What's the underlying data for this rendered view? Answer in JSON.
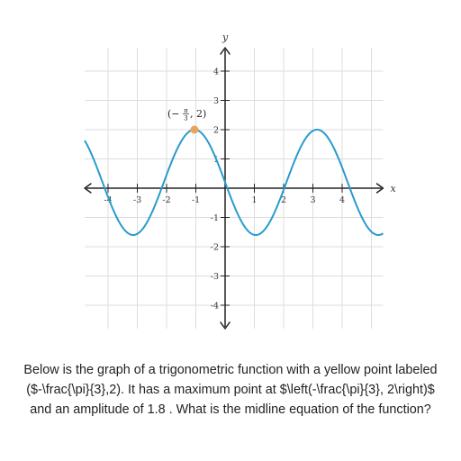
{
  "chart_data": {
    "type": "line",
    "xlabel": "x",
    "ylabel": "y",
    "xlim": [
      -4.8,
      5.4
    ],
    "ylim": [
      -4.8,
      4.8
    ],
    "grid": true,
    "x_ticks": [
      {
        "value": -4,
        "label": "-4"
      },
      {
        "value": -3,
        "label": "-3"
      },
      {
        "value": -2,
        "label": "-2"
      },
      {
        "value": -1,
        "label": "-1"
      },
      {
        "value": 1,
        "label": "1"
      },
      {
        "value": 2,
        "label": "2"
      },
      {
        "value": 3,
        "label": "3"
      },
      {
        "value": 4,
        "label": "4"
      }
    ],
    "y_ticks": [
      {
        "value": 4,
        "label": "4"
      },
      {
        "value": 3,
        "label": "3"
      },
      {
        "value": 2,
        "label": "2"
      },
      {
        "value": 1,
        "label": "1"
      },
      {
        "value": -1,
        "label": "-1"
      },
      {
        "value": -2,
        "label": "-2"
      },
      {
        "value": -3,
        "label": "-3"
      },
      {
        "value": -4,
        "label": "-4"
      }
    ],
    "curve": {
      "color": "#2a9bcc",
      "amplitude": 1.8,
      "midline": 0.2,
      "period": 4.189,
      "max_x": -1.047,
      "x_start": -4.8,
      "x_end": 5.4
    },
    "point": {
      "x": -1.047,
      "y": 2,
      "color": "#e8a55a",
      "label_prefix": "(−",
      "label_frac_top": "π",
      "label_frac_bottom": "3",
      "label_suffix": ", 2)"
    },
    "colors": {
      "axis": "#222222",
      "grid": "#dddddd"
    }
  },
  "question": {
    "text": "Below is the graph of a trigonometric function with a yellow point labeled ($-\\frac{\\pi}{3},2). It has a maximum point at $\\left(-\\frac{\\pi}{3}, 2\\right)$ and an amplitude of 1.8 . What is the midline equation of the function?"
  }
}
